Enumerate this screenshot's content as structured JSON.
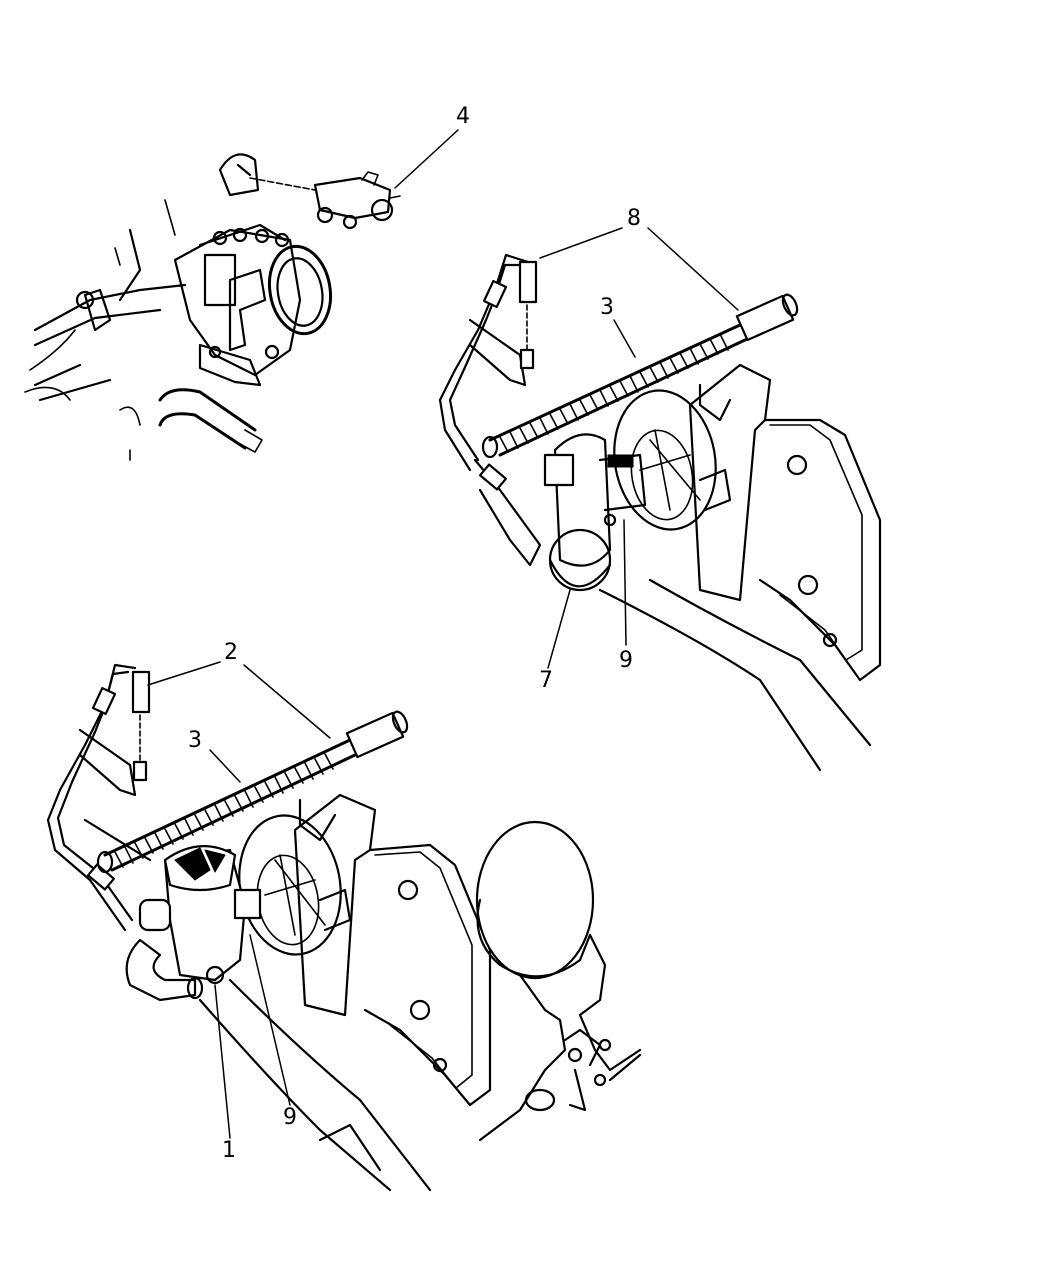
{
  "callouts": [
    {
      "id": "c1",
      "label": "1"
    },
    {
      "id": "c2",
      "label": "2"
    },
    {
      "id": "c3a",
      "label": "3"
    },
    {
      "id": "c3b",
      "label": "3"
    },
    {
      "id": "c4",
      "label": "4"
    },
    {
      "id": "c7",
      "label": "7"
    },
    {
      "id": "c8",
      "label": "8"
    },
    {
      "id": "c9a",
      "label": "9"
    },
    {
      "id": "c9b",
      "label": "9"
    }
  ]
}
